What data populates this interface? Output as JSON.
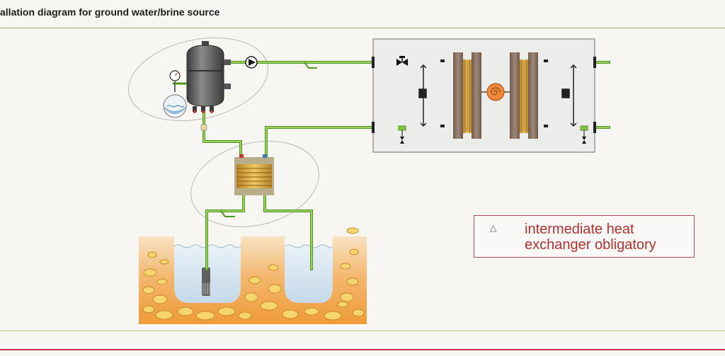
{
  "header": {
    "title": "allation diagram for ground water/brine source"
  },
  "note": {
    "icon": "warning-triangle-icon",
    "line1": "intermediate heat",
    "line2": "exchanger obligatory"
  },
  "colors": {
    "pipe": "#4e9a1c",
    "pipe_light": "#b9e07a",
    "brine_tank": "#5f5f5f",
    "heat_exchanger": "#d2a23a",
    "ground": "#f0a850",
    "water": "#cfe0ec",
    "note_text": "#b3302e",
    "note_border": "#b5485a",
    "rule_red": "#c0304b"
  }
}
